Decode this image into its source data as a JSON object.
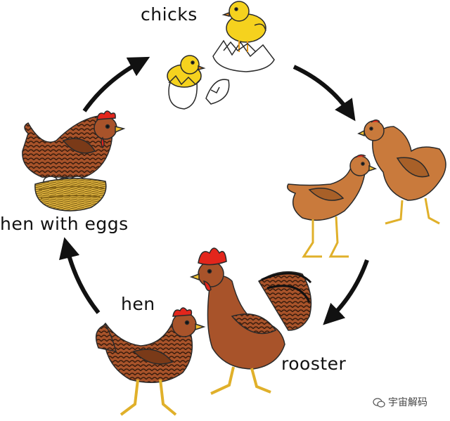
{
  "labels": {
    "chicks": "chicks",
    "hen_with_eggs": "hen with eggs",
    "hen": "hen",
    "rooster": "rooster"
  },
  "watermark": {
    "text": "宇宙解码"
  },
  "colors": {
    "chick": "#f5d21e",
    "chick_outline": "#2a2a2a",
    "hen_body": "#a8532a",
    "hen_pattern": "#3a1d0e",
    "young_hen": "#c97a3c",
    "comb": "#e3261c",
    "beak_legs": "#f2c233",
    "nest": "#d9ae3c",
    "arrow": "#111111"
  },
  "icons": [
    "cycle-arrow-icon",
    "wechat-icon"
  ]
}
